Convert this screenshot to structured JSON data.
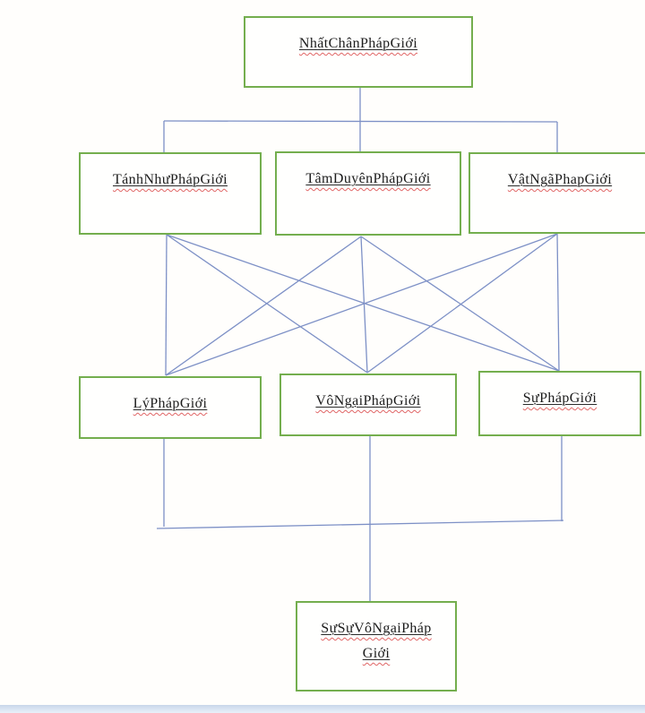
{
  "diagram": {
    "type": "flowchart",
    "nodes": [
      {
        "id": "nhat-chan-phap-gioi",
        "label": "NhấtChânPhápGiới"
      },
      {
        "id": "tanh-nhu-phap-gioi",
        "label": "TánhNhưPhápGiới"
      },
      {
        "id": "tam-duyen-phap-gioi",
        "label": "TâmDuyênPhápGiới"
      },
      {
        "id": "vat-nga-phap-gioi",
        "label": "VậtNgãPhapGiới"
      },
      {
        "id": "ly-phap-gioi",
        "label": "LýPhápGiới"
      },
      {
        "id": "vo-ngai-phap-gioi",
        "label": "VôNgạiPhápGiới"
      },
      {
        "id": "su-phap-gioi",
        "label": "SựPhápGiới"
      },
      {
        "id": "su-su-vo-ngai-phap-gioi",
        "label": "SựSựVôNgạiPháp Giới",
        "line1": "SựSựVôNgạiPháp",
        "line2": "Giới"
      }
    ],
    "edges": [
      {
        "from": "nhat-chan-phap-gioi",
        "to": "tanh-nhu-phap-gioi"
      },
      {
        "from": "nhat-chan-phap-gioi",
        "to": "tam-duyen-phap-gioi"
      },
      {
        "from": "nhat-chan-phap-gioi",
        "to": "vat-nga-phap-gioi"
      },
      {
        "from": "tanh-nhu-phap-gioi",
        "to": "ly-phap-gioi"
      },
      {
        "from": "tanh-nhu-phap-gioi",
        "to": "vo-ngai-phap-gioi"
      },
      {
        "from": "tanh-nhu-phap-gioi",
        "to": "su-phap-gioi"
      },
      {
        "from": "tam-duyen-phap-gioi",
        "to": "ly-phap-gioi"
      },
      {
        "from": "tam-duyen-phap-gioi",
        "to": "vo-ngai-phap-gioi"
      },
      {
        "from": "tam-duyen-phap-gioi",
        "to": "su-phap-gioi"
      },
      {
        "from": "vat-nga-phap-gioi",
        "to": "ly-phap-gioi"
      },
      {
        "from": "vat-nga-phap-gioi",
        "to": "vo-ngai-phap-gioi"
      },
      {
        "from": "vat-nga-phap-gioi",
        "to": "su-phap-gioi"
      },
      {
        "from": "ly-phap-gioi",
        "to": "su-su-vo-ngai-phap-gioi"
      },
      {
        "from": "vo-ngai-phap-gioi",
        "to": "su-su-vo-ngai-phap-gioi"
      },
      {
        "from": "su-phap-gioi",
        "to": "su-su-vo-ngai-phap-gioi"
      }
    ],
    "colors": {
      "box_border": "#74ae4e",
      "connector_line": "#7d90c6",
      "spellcheck_squiggle": "#e06666",
      "text": "#1b1b1b",
      "bottom_bar": "#d6e2f0"
    }
  }
}
